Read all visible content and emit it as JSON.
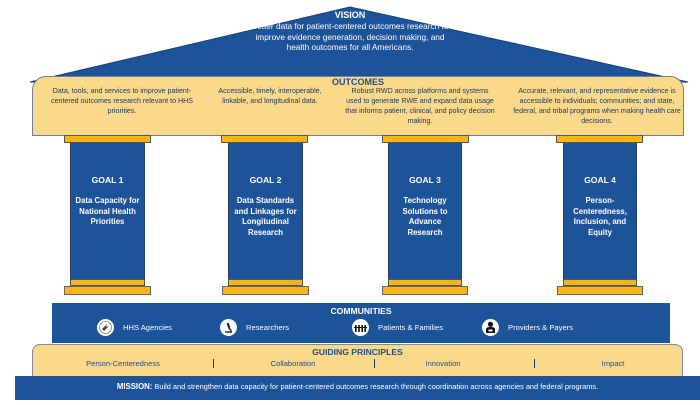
{
  "vision": {
    "title": "VISION",
    "text": "Better data for patient-centered outcomes research to improve evidence generation, decision making, and health outcomes for all Americans."
  },
  "outcomes": {
    "title": "OUTCOMES",
    "items": [
      "Data, tools, and services to improve patient-centered outcomes research relevant to HHS priorities.",
      "Accessible, timely, interoperable, linkable, and longitudinal data.",
      "Robust RWD across platforms and systems used to generate RWE and expand data usage that informs patient, clinical, and policy decision making.",
      "Accurate, relevant, and representative evidence is accessible to individuals; communities; and state, federal, and tribal programs when making health care decisions."
    ]
  },
  "goals": [
    {
      "label": "GOAL 1",
      "description": "Data Capacity for National Health Priorities"
    },
    {
      "label": "GOAL 2",
      "description": "Data Standards and Linkages for Longitudinal Research"
    },
    {
      "label": "GOAL 3",
      "description": "Technology Solutions to Advance Research"
    },
    {
      "label": "GOAL 4",
      "description": "Person-Centeredness, Inclusion, and Equity"
    }
  ],
  "communities": {
    "title": "COMMUNITIES",
    "items": [
      {
        "label": "HHS Agencies",
        "icon": "hhs-eagle-icon"
      },
      {
        "label": "Researchers",
        "icon": "microscope-icon"
      },
      {
        "label": "Patients & Families",
        "icon": "people-icon"
      },
      {
        "label": "Providers & Payers",
        "icon": "provider-icon"
      }
    ]
  },
  "guiding_principles": {
    "title": "GUIDING PRINCIPLES",
    "items": [
      "Person-Centeredness",
      "Collaboration",
      "Innovation",
      "Impact"
    ]
  },
  "mission": {
    "label": "MISSION:",
    "text": " Build and strengthen data capacity for patient-centered outcomes research through coordination across agencies and federal programs."
  },
  "colors": {
    "navy": "#1d5399",
    "gold": "#fbb416",
    "cream": "#fad98a",
    "title_blue": "#1f4e8c"
  }
}
